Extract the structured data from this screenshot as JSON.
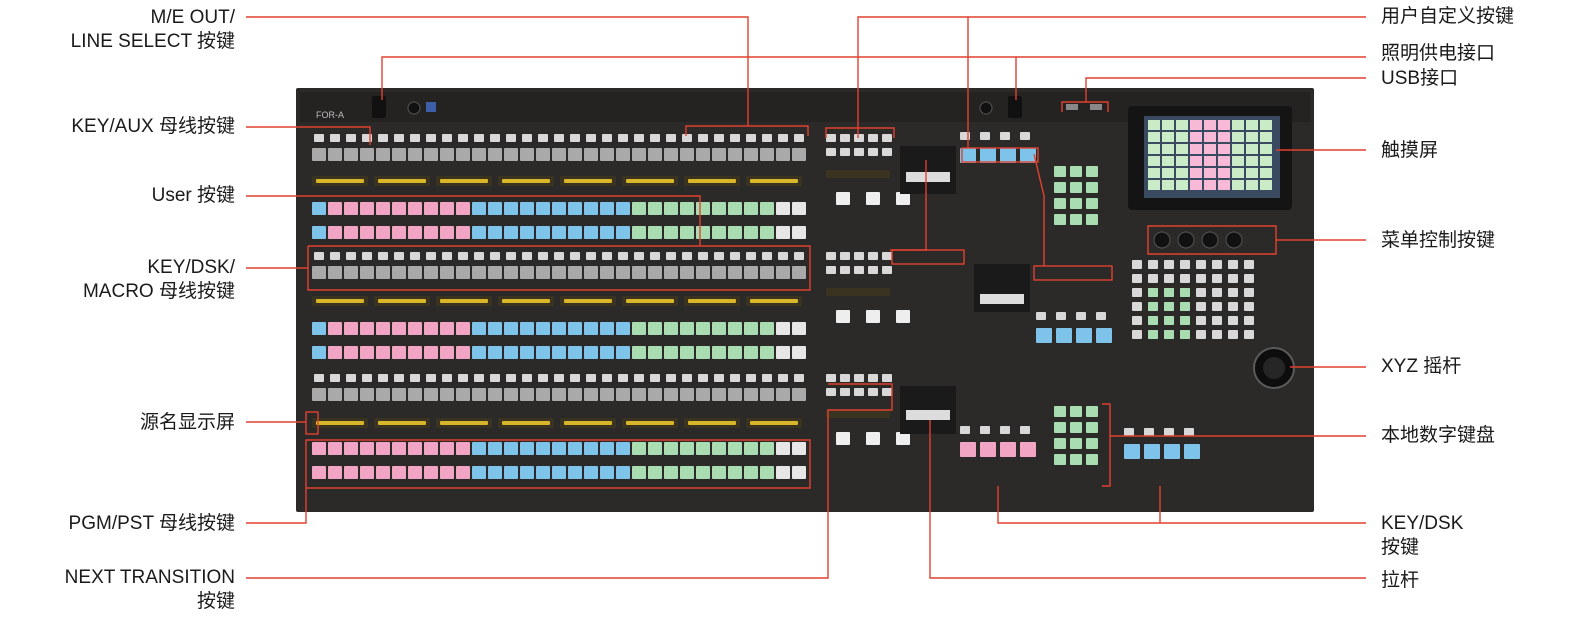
{
  "left_labels": [
    {
      "id": "me-out",
      "lines": [
        "M/E OUT/",
        "LINE SELECT 按键"
      ]
    },
    {
      "id": "key-aux",
      "lines": [
        "KEY/AUX 母线按键"
      ]
    },
    {
      "id": "user",
      "lines": [
        "User 按键"
      ]
    },
    {
      "id": "key-dsk-macro",
      "lines": [
        "KEY/DSK/",
        "MACRO 母线按键"
      ]
    },
    {
      "id": "source-name",
      "lines": [
        "源名显示屏"
      ]
    },
    {
      "id": "pgm-pst",
      "lines": [
        "PGM/PST 母线按键"
      ]
    },
    {
      "id": "next-transition",
      "lines": [
        "NEXT TRANSITION",
        "按键"
      ]
    }
  ],
  "right_labels": [
    {
      "id": "user-defined",
      "lines": [
        "用户自定义按键"
      ]
    },
    {
      "id": "light-power",
      "lines": [
        "照明供电接口"
      ]
    },
    {
      "id": "usb",
      "lines": [
        "USB接口"
      ]
    },
    {
      "id": "touchscreen",
      "lines": [
        "触摸屏"
      ]
    },
    {
      "id": "menu-control",
      "lines": [
        "菜单控制按键"
      ]
    },
    {
      "id": "xyz-joystick",
      "lines": [
        "XYZ 摇杆"
      ]
    },
    {
      "id": "numpad",
      "lines": [
        "本地数字键盘"
      ]
    },
    {
      "id": "key-dsk",
      "lines": [
        "KEY/DSK",
        "按键"
      ]
    },
    {
      "id": "fader",
      "lines": [
        "拉杆"
      ]
    }
  ],
  "panel": {
    "brand": "FOR-A",
    "colors": {
      "body": "#2b2a29",
      "body_dark": "#1c1b1a",
      "button_gray": "#a9a9a9",
      "button_white": "#e6e6e6",
      "pink": "#f2a4c4",
      "blue": "#7ec3ea",
      "green": "#a9dcb0",
      "display_yellow": "#d9b52a",
      "leader_red": "#e0412f",
      "touch_pink": "#f7b9d5",
      "touch_green": "#c9ecc6"
    }
  }
}
